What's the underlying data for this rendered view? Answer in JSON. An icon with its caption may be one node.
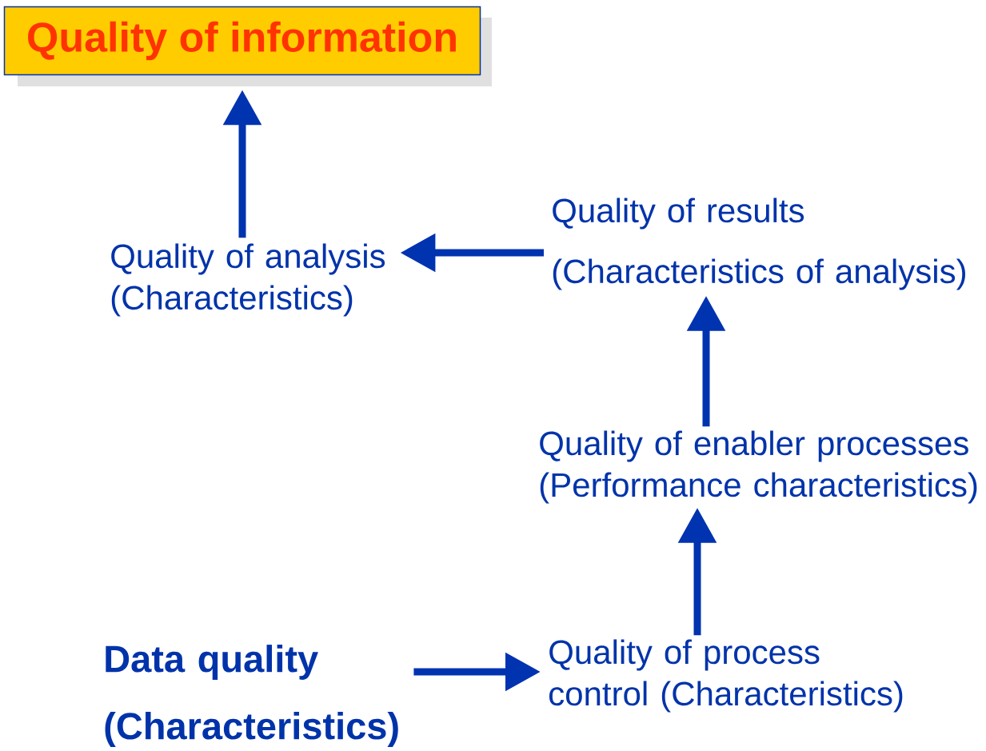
{
  "diagram": {
    "nodes": [
      {
        "text": [
          "Quality of information"
        ]
      },
      {
        "text": [
          "Quality of analysis (Characteristics)"
        ]
      },
      {
        "text": [
          "Quality of results",
          "(Characteristics of analysis)"
        ]
      },
      {
        "text": [
          "Quality of enabler processes (Performance characteristics)"
        ]
      },
      {
        "text": [
          "Data quality",
          "(Characteristics)"
        ]
      },
      {
        "text": [
          "Quality of process control (Characteristics)"
        ]
      }
    ],
    "edges": [
      {
        "from": 4,
        "to": 5,
        "arrow": "to"
      },
      {
        "from": 5,
        "to": 3,
        "arrow": "to"
      },
      {
        "from": 3,
        "to": 2,
        "arrow": "to"
      },
      {
        "from": 2,
        "to": 1,
        "arrow": "to"
      },
      {
        "from": 1,
        "to": 0,
        "arrow": "to"
      }
    ]
  }
}
